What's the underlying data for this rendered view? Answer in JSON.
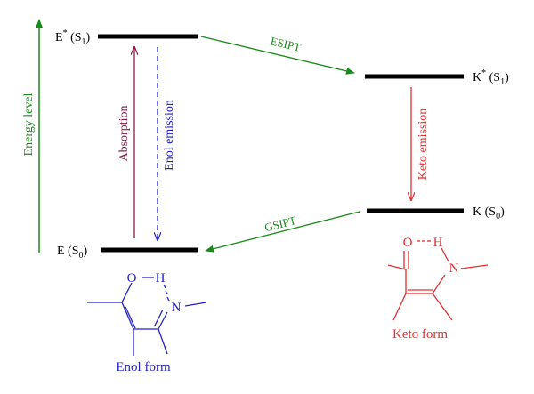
{
  "colors": {
    "black": "#000000",
    "green": "#1a8a1a",
    "maroon": "#8b1a4a",
    "blue": "#2222cc",
    "red": "#e03030"
  },
  "energy_axis": {
    "label": "Energy level"
  },
  "levels": {
    "enol_excited": {
      "label_main": "E",
      "label_sup": "*",
      "label_state": " (S",
      "label_sub": "1",
      "label_close": ")"
    },
    "enol_ground": {
      "label_main": "E (S",
      "label_sub": "0",
      "label_close": ")"
    },
    "keto_excited": {
      "label_main": "K",
      "label_sup": "*",
      "label_state": " (S",
      "label_sub": "1",
      "label_close": ")"
    },
    "keto_ground": {
      "label_main": "K (S",
      "label_sub": "0",
      "label_close": ")"
    }
  },
  "transitions": {
    "esipt": "ESIPT",
    "gsipt": "GSIPT",
    "absorption": "Absorption",
    "enol_emission": "Enol emission",
    "keto_emission": "Keto emission"
  },
  "structures": {
    "enol": {
      "caption": "Enol form",
      "O": "O",
      "H": "H",
      "N": "N"
    },
    "keto": {
      "caption": "Keto form",
      "O": "O",
      "H": "H",
      "N": "N"
    }
  }
}
